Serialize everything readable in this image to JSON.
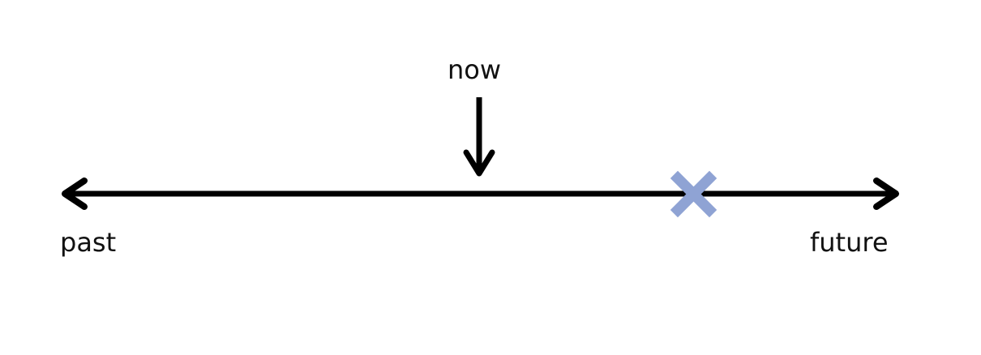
{
  "timeline": {
    "now_label": "now",
    "past_label": "past",
    "future_label": "future"
  },
  "colors": {
    "line": "#000000",
    "marker": "#8fa3d4"
  },
  "icons": {
    "now_pointer": "down-arrow-icon",
    "event_marker": "x-marker-icon"
  }
}
